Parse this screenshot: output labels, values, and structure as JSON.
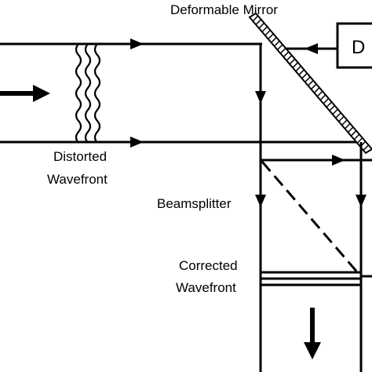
{
  "labels": {
    "deformable_mirror": "Deformable Mirror",
    "distorted_line1": "Distorted",
    "distorted_line2": "Wavefront",
    "beamsplitter": "Beamsplitter",
    "corrected_line1": "Corrected",
    "corrected_line2": "Wavefront",
    "dm_box": "D"
  },
  "colors": {
    "stroke": "#000000",
    "background": "#ffffff"
  }
}
